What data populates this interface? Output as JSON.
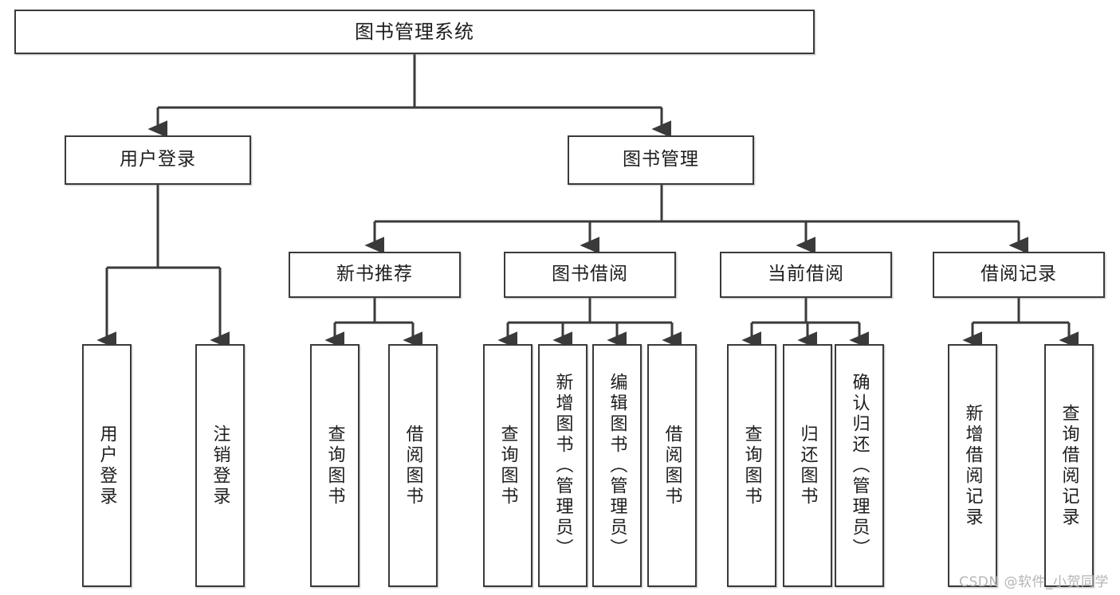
{
  "diagram": {
    "title": "图书管理系统",
    "type": "tree-hierarchy-chart",
    "root": {
      "id": "root",
      "label": "图书管理系统"
    },
    "level2": [
      {
        "id": "user-login",
        "label": "用户登录"
      },
      {
        "id": "book-management",
        "label": "图书管理"
      }
    ],
    "level3": [
      {
        "id": "new-book-recommend",
        "label": "新书推荐",
        "parent": "book-management"
      },
      {
        "id": "book-borrow",
        "label": "图书借阅",
        "parent": "book-management"
      },
      {
        "id": "current-borrow",
        "label": "当前借阅",
        "parent": "book-management"
      },
      {
        "id": "borrow-record",
        "label": "借阅记录",
        "parent": "book-management"
      }
    ],
    "leaves": [
      {
        "id": "leaf-user-login",
        "label": "用户登录",
        "parent": "user-login"
      },
      {
        "id": "leaf-logout-login",
        "label": "注销登录",
        "parent": "user-login"
      },
      {
        "id": "leaf-query-book-1",
        "label": "查询图书",
        "parent": "new-book-recommend"
      },
      {
        "id": "leaf-borrow-book-1",
        "label": "借阅图书",
        "parent": "new-book-recommend"
      },
      {
        "id": "leaf-query-book-2",
        "label": "查询图书",
        "parent": "book-borrow"
      },
      {
        "id": "leaf-add-book",
        "label": "新增图书（管理员）",
        "parent": "book-borrow"
      },
      {
        "id": "leaf-edit-book",
        "label": "编辑图书（管理员）",
        "parent": "book-borrow"
      },
      {
        "id": "leaf-borrow-book-2",
        "label": "借阅图书",
        "parent": "book-borrow"
      },
      {
        "id": "leaf-query-book-3",
        "label": "查询图书",
        "parent": "current-borrow"
      },
      {
        "id": "leaf-return-book",
        "label": "归还图书",
        "parent": "current-borrow"
      },
      {
        "id": "leaf-confirm-return",
        "label": "确认归还（管理员）",
        "parent": "current-borrow"
      },
      {
        "id": "leaf-add-record",
        "label": "新增借阅记录",
        "parent": "borrow-record"
      },
      {
        "id": "leaf-query-record",
        "label": "查询借阅记录",
        "parent": "borrow-record"
      }
    ],
    "colors": {
      "box_border": "#3a3a3a",
      "box_fill": "#ffffff",
      "edge": "#3a3a3a",
      "text": "#1d1d1d",
      "watermark": "#b4b4b4",
      "background": "#ffffff"
    }
  },
  "watermark": {
    "text": "CSDN @软件_小贺同学"
  }
}
